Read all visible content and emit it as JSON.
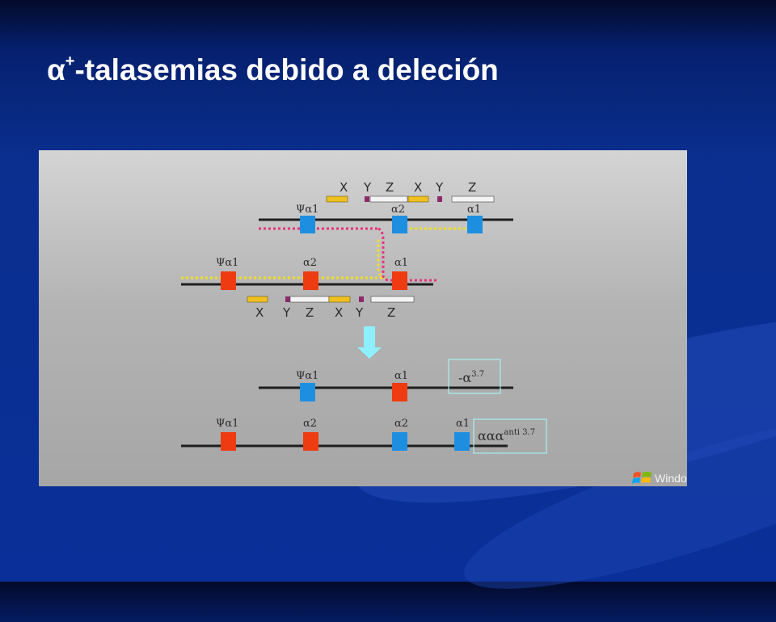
{
  "slide": {
    "title_alpha": "α",
    "title_sup": "+",
    "title_rest": "-talasemias debido a deleción"
  },
  "diagram": {
    "upper_labels": [
      "X",
      "Y",
      "Z",
      "X",
      "Y",
      "Z"
    ],
    "lower_labels": [
      "X",
      "Y",
      "Z",
      "X",
      "Y",
      "Z"
    ],
    "row1_genes": [
      "Ψα1",
      "α2",
      "α1"
    ],
    "row2_genes": [
      "Ψα1",
      "α2",
      "α1"
    ],
    "row3_genes": [
      "Ψα1",
      "α1"
    ],
    "row4_genes": [
      "Ψα1",
      "α2",
      "α2",
      "α1"
    ],
    "deletion_label": {
      "base": "-α",
      "sup": "3.7"
    },
    "triplication_label": {
      "base": "ααα",
      "sup": "anti 3.7"
    },
    "watermark": "Windo",
    "colors": {
      "blue_gene": "#1e8fe0",
      "red_gene": "#ee3b12",
      "yellow": "#f0c020",
      "pink": "#e8327a",
      "purple": "#8b2a6b",
      "arrow": "#8ef0ff",
      "box": "#a8eef6"
    }
  }
}
